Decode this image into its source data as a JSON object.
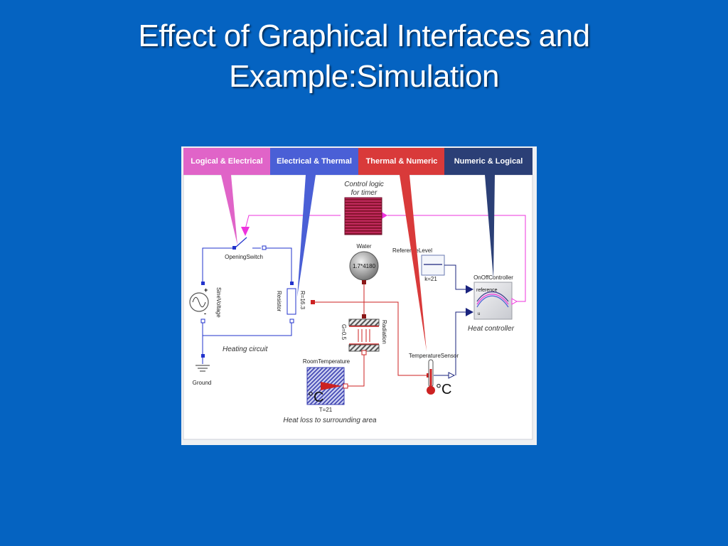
{
  "slide": {
    "title_line1": "Effect of Graphical Interfaces and",
    "title_line2": "Example:Simulation"
  },
  "tabs": [
    {
      "label": "Logical & Electrical",
      "color": "#E064C8"
    },
    {
      "label": "Electrical & Thermal",
      "color": "#4A5FD6"
    },
    {
      "label": "Thermal & Numeric",
      "color": "#D93A3A"
    },
    {
      "label": "Numeric & Logical",
      "color": "#2B3F76"
    }
  ],
  "diagram": {
    "control_logic_line1": "Control logic",
    "control_logic_line2": "for timer",
    "opening_switch": "OpeningSwitch",
    "sine_voltage": "SineVoltage",
    "resistor": "Resistor",
    "resistor_value": "R=16.3",
    "heating_circuit": "Heating circuit",
    "ground": "Ground",
    "water": "Water",
    "water_value": "1.7*4180",
    "radiation": "Radiation",
    "radiation_value": "G=0.5",
    "room_temperature": "RoomTemperature",
    "room_temp_unit": "°C",
    "room_temp_value": "T=21",
    "heat_loss": "Heat loss to surrounding area",
    "reference_level": "ReferenceLevel",
    "reference_value": "k=21",
    "onoff_controller": "OnOffController",
    "reference_label": "reference",
    "u_label": "u",
    "heat_controller": "Heat controller",
    "temperature_sensor": "TemperatureSensor",
    "sensor_unit": "°C"
  },
  "colors": {
    "background": "#0563C1",
    "electrical_wire": "#2233CC",
    "thermal_wire": "#CC2222",
    "logical_wire": "#EE33DD",
    "numeric_wire": "#1A237E"
  }
}
